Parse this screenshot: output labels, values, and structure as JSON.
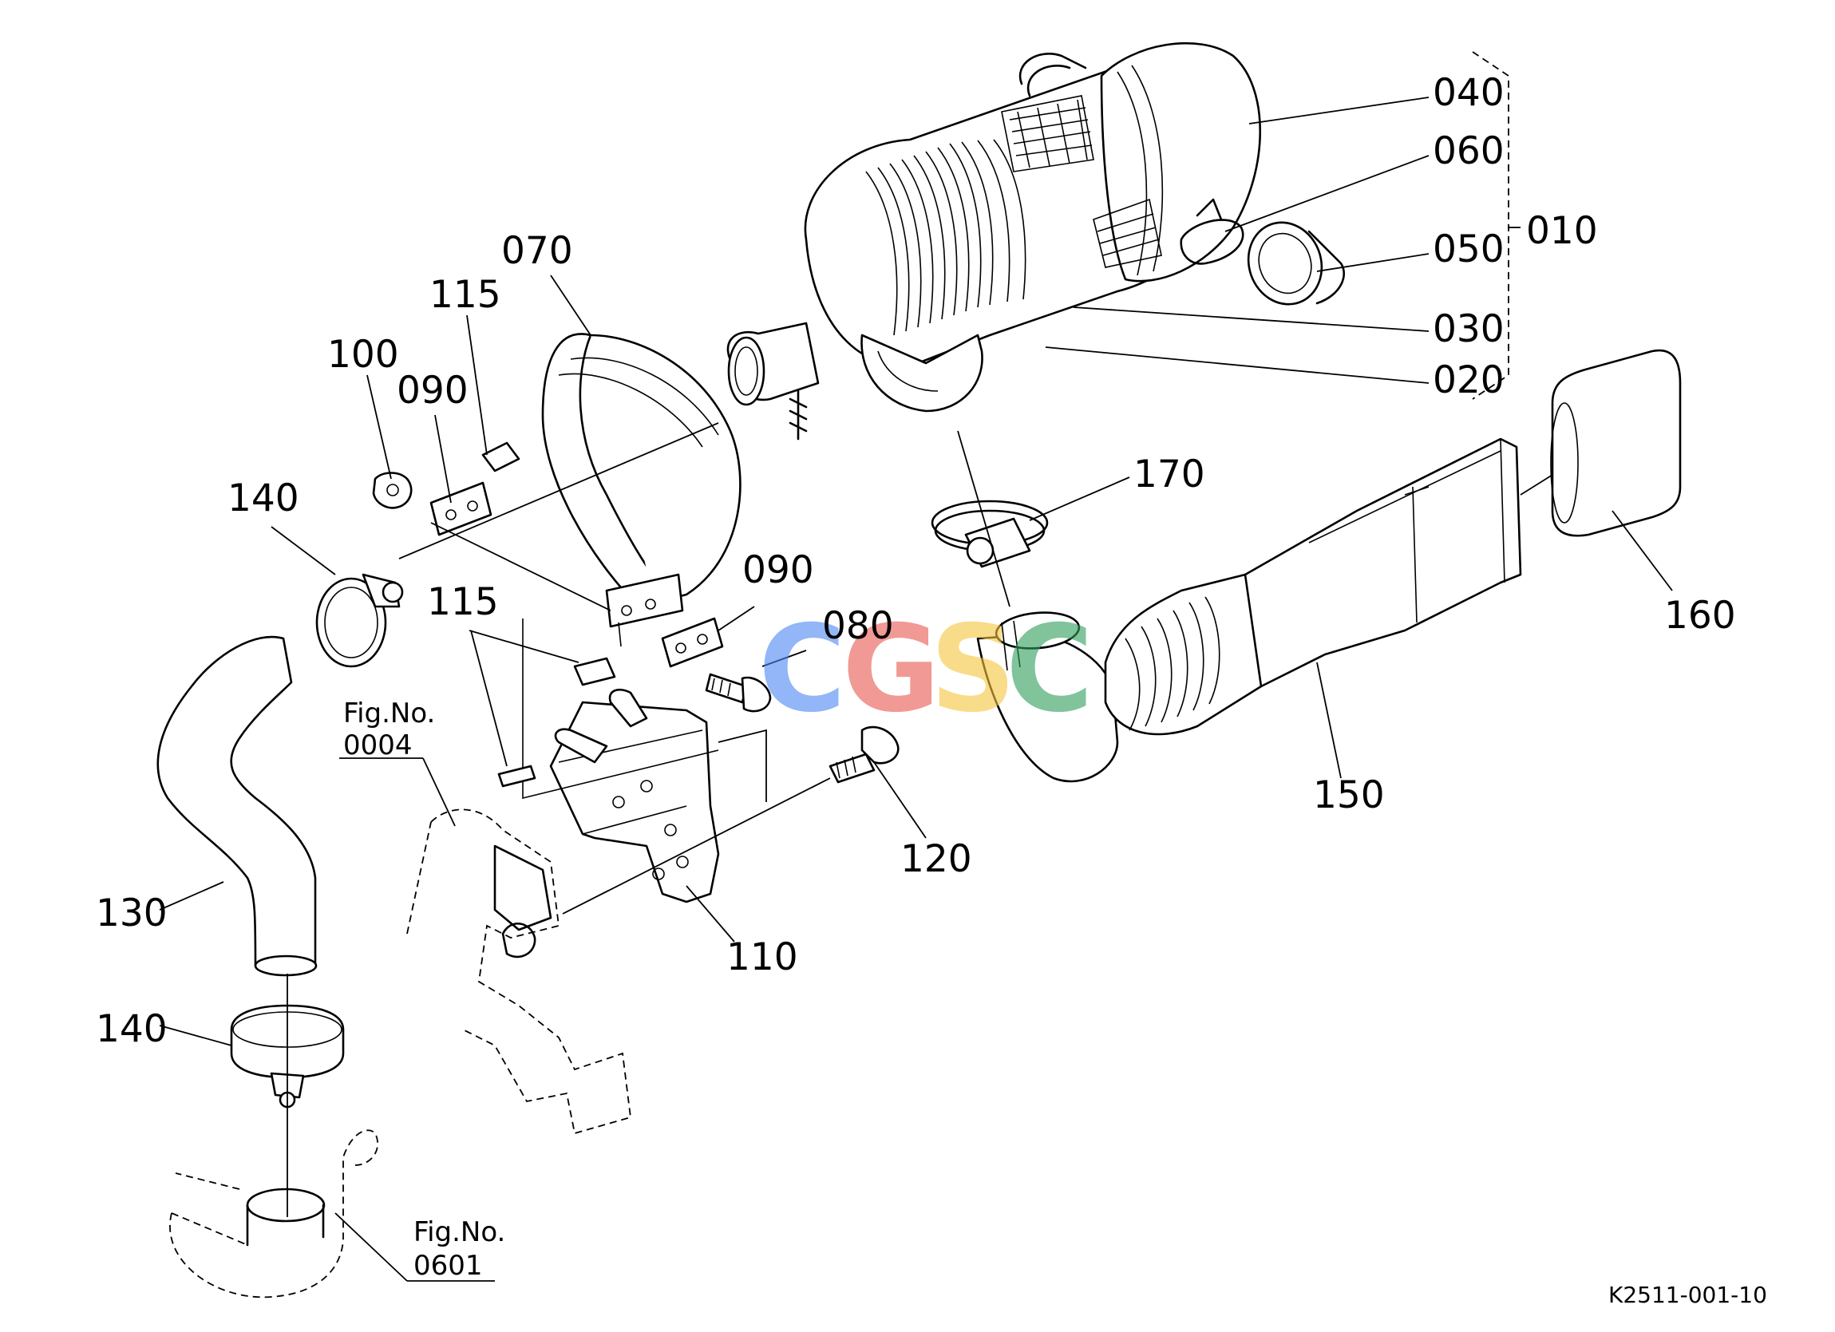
{
  "diagram": {
    "part_labels": {
      "p040": "040",
      "p060": "060",
      "p010": "010",
      "p050": "050",
      "p030": "030",
      "p020": "020",
      "p070": "070",
      "p115a": "115",
      "p100": "100",
      "p090a": "090",
      "p140a": "140",
      "p170": "170",
      "p160": "160",
      "p090b": "090",
      "p115b": "115",
      "p080": "080",
      "p150": "150",
      "p120": "120",
      "p130": "130",
      "p110": "110",
      "p140b": "140"
    },
    "figure_refs": {
      "fig1_title": "Fig.No.",
      "fig1_number": "0004",
      "fig2_title": "Fig.No.",
      "fig2_number": "0601"
    },
    "drawing_code": "K2511-001-10",
    "watermark": {
      "letters": [
        "C",
        "G",
        "S",
        "C"
      ],
      "colors": [
        "#4a86f2",
        "#e8574e",
        "#f6c53c",
        "#2e9e5c"
      ]
    }
  }
}
